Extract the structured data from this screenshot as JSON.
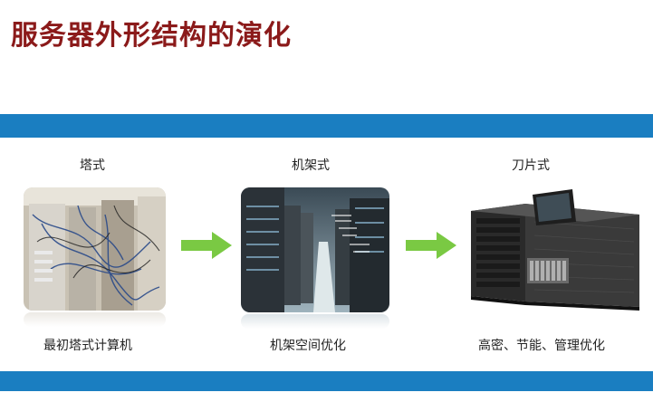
{
  "title": "服务器外形结构的演化",
  "stages": [
    {
      "label": "塔式",
      "caption": "最初塔式计算机"
    },
    {
      "label": "机架式",
      "caption": "机架空间优化"
    },
    {
      "label": "刀片式",
      "caption": "高密、节能、管理优化"
    }
  ],
  "colors": {
    "band": "#1a7ec1",
    "title": "#8b1a1a",
    "arrow": "#7ac943"
  }
}
